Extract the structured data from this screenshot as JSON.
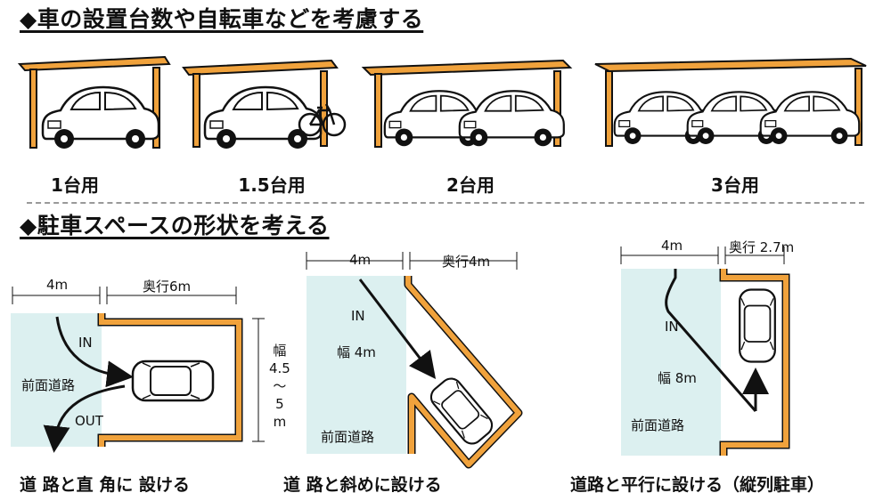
{
  "headings": {
    "top": "◆車の設置台数や自転車などを考慮する",
    "bottom": "◆駐車スペースの形状を考える"
  },
  "capacity_labels": [
    "1台用",
    "1.5台用",
    "2台用",
    "3台用"
  ],
  "layouts": {
    "perpendicular": {
      "caption": "道 路と直 角に 設ける",
      "width_label": "4m",
      "depth_label": "奥行6m",
      "in_label": "IN",
      "out_label": "OUT",
      "road_label": "前面道路",
      "frontage_label": [
        "幅",
        "4.5",
        "〜",
        "5",
        "m"
      ]
    },
    "diagonal": {
      "caption": "道 路と斜めに設ける",
      "width_label": "4m",
      "depth_label": "奥行4m",
      "in_label": "IN",
      "frontage_label": "幅 4m",
      "road_label": "前面道路"
    },
    "parallel": {
      "caption": "道路と平行に設ける（縦列駐車）",
      "width_label": "4m",
      "depth_label": "奥行 2.7m",
      "in_label": "IN",
      "frontage_label": "幅 8m",
      "road_label": "前面道路"
    }
  },
  "colors": {
    "carport_frame": "#f0a23c",
    "carport_outline": "#1a1a1a",
    "road": "#dcf0f0",
    "arrow": "#111111"
  }
}
